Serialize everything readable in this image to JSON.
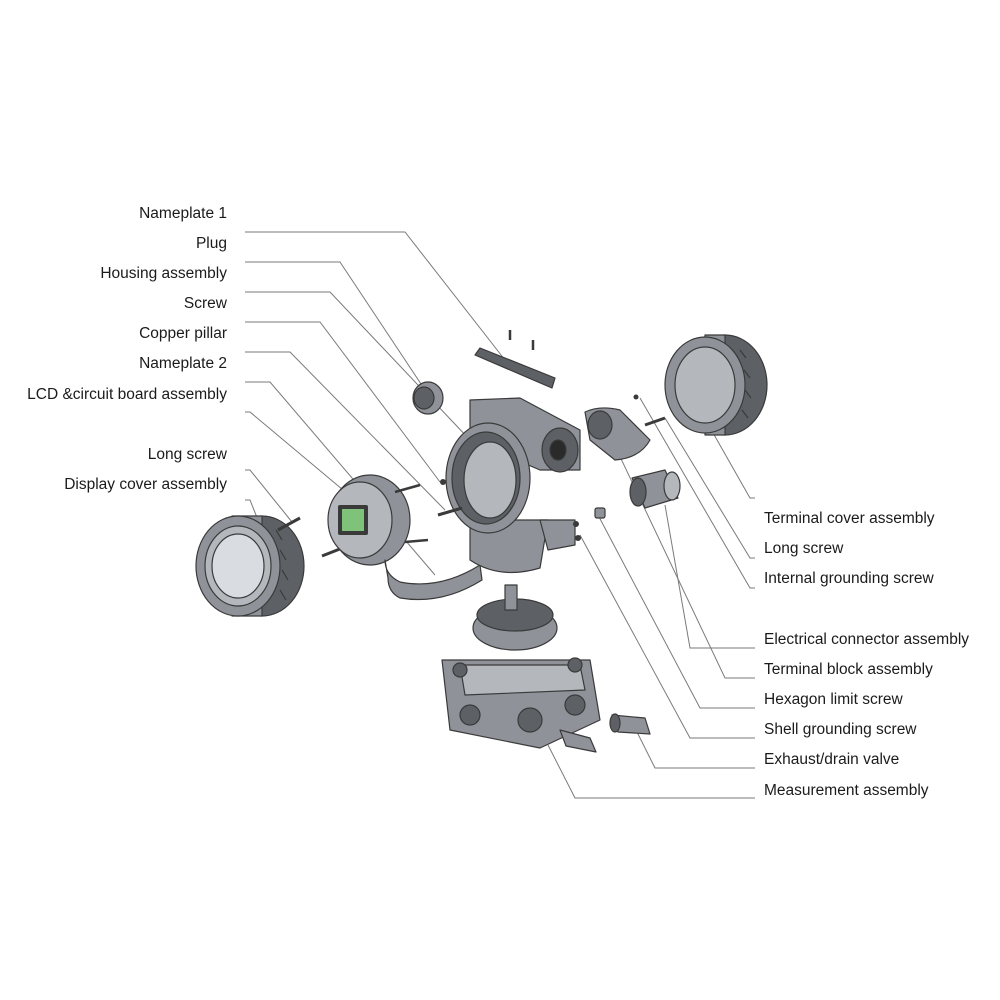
{
  "left_labels": [
    "Nameplate 1",
    "Plug",
    "Housing assembly",
    "Screw",
    "Copper pillar",
    "Nameplate 2",
    "LCD &circuit board assembly",
    "Long screw",
    "Display cover assembly"
  ],
  "right_labels": [
    "Terminal cover assembly",
    "Long  screw",
    "Internal  grounding  screw",
    "Electrical connector assembly",
    "Terminal block assembly",
    "Hexagon limit screw",
    "Shell grounding screw",
    "Exhaust/drain valve",
    "Measurement assembly"
  ],
  "colors": {
    "part_fill": "#8f9399",
    "part_light": "#b4b7bc",
    "part_dark": "#5d6166",
    "lcd_screen": "#7fc27a",
    "leader_line": "#7a7a7a"
  }
}
